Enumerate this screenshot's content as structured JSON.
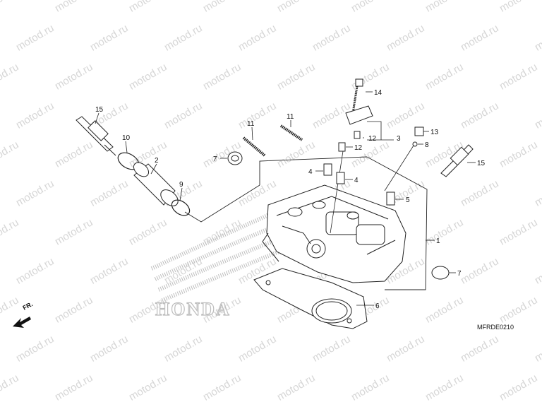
{
  "watermark": "motod.ru",
  "diagram_code": "MFRDE0210",
  "direction_label": "FR.",
  "callouts": {
    "c1": "1",
    "c2": "2",
    "c3": "3",
    "c4a": "4",
    "c4b": "4",
    "c5": "5",
    "c6": "6",
    "c7a": "7",
    "c7b": "7",
    "c8": "8",
    "c9": "9",
    "c10": "10",
    "c11a": "11",
    "c11b": "11",
    "c12a": "12",
    "c12b": "12",
    "c13": "13",
    "c14": "14",
    "c15a": "15",
    "c15b": "15"
  },
  "logo_text": "HONDA"
}
